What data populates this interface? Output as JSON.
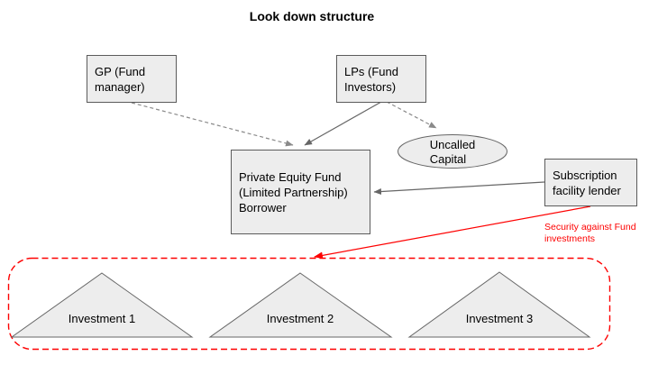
{
  "title": "Look down structure",
  "nodes": {
    "gp": {
      "label": "GP (Fund\nmanager)"
    },
    "lps": {
      "label": "LPs (Fund\nInvestors)"
    },
    "uncalled_capital": {
      "label": "Uncalled\nCapital"
    },
    "fund": {
      "label": "Private Equity Fund\n(Limited Partnership)\nBorrower"
    },
    "lender": {
      "label": "Subscription\nfacility lender"
    },
    "investments": [
      {
        "label": "Investment 1"
      },
      {
        "label": "Investment 2"
      },
      {
        "label": "Investment 3"
      }
    ]
  },
  "annotation": {
    "label": "Security against Fund\ninvestments"
  },
  "colors": {
    "shape_fill": "#ededed",
    "shape_border": "#5b5b5b",
    "solid_edge": "#666666",
    "dashed_edge": "#8a8a8a",
    "security_red": "#fe0000",
    "text": "#000000",
    "background": "#ffffff"
  }
}
